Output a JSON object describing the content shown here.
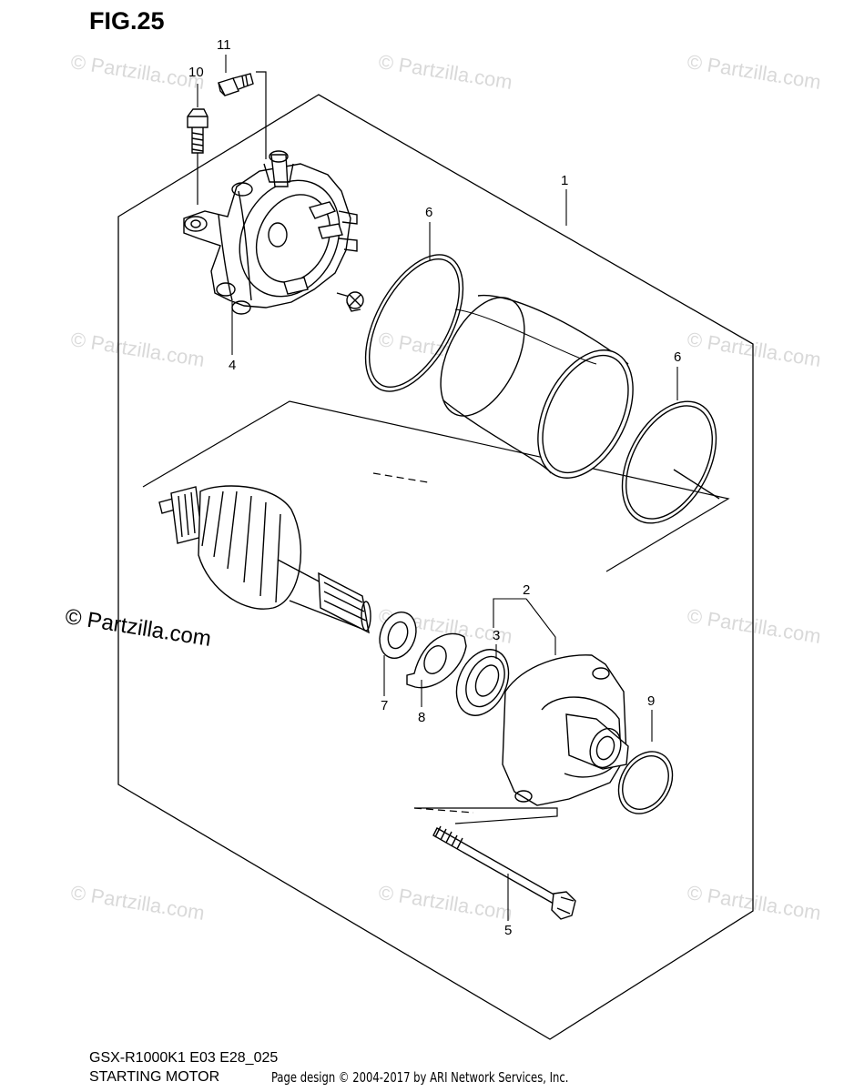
{
  "figure": {
    "title": "FIG.25",
    "model_code": "GSX-R1000K1 E03 E28_025",
    "assembly_name": "STARTING MOTOR",
    "page_credit": "Page design © 2004-2017 by ARI Network Services, Inc."
  },
  "branding": {
    "logo_text": "© Partzilla.com",
    "watermark_text": "© Partzilla.com"
  },
  "callouts": [
    {
      "id": "callout-1",
      "label": "1"
    },
    {
      "id": "callout-2",
      "label": "2"
    },
    {
      "id": "callout-3",
      "label": "3"
    },
    {
      "id": "callout-4",
      "label": "4"
    },
    {
      "id": "callout-5",
      "label": "5"
    },
    {
      "id": "callout-6a",
      "label": "6"
    },
    {
      "id": "callout-6b",
      "label": "6"
    },
    {
      "id": "callout-7",
      "label": "7"
    },
    {
      "id": "callout-8",
      "label": "8"
    },
    {
      "id": "callout-9",
      "label": "9"
    },
    {
      "id": "callout-10",
      "label": "10"
    },
    {
      "id": "callout-11",
      "label": "11"
    }
  ],
  "colors": {
    "line": "#000000",
    "watermark": "#d9d9d9",
    "background": "#ffffff"
  }
}
